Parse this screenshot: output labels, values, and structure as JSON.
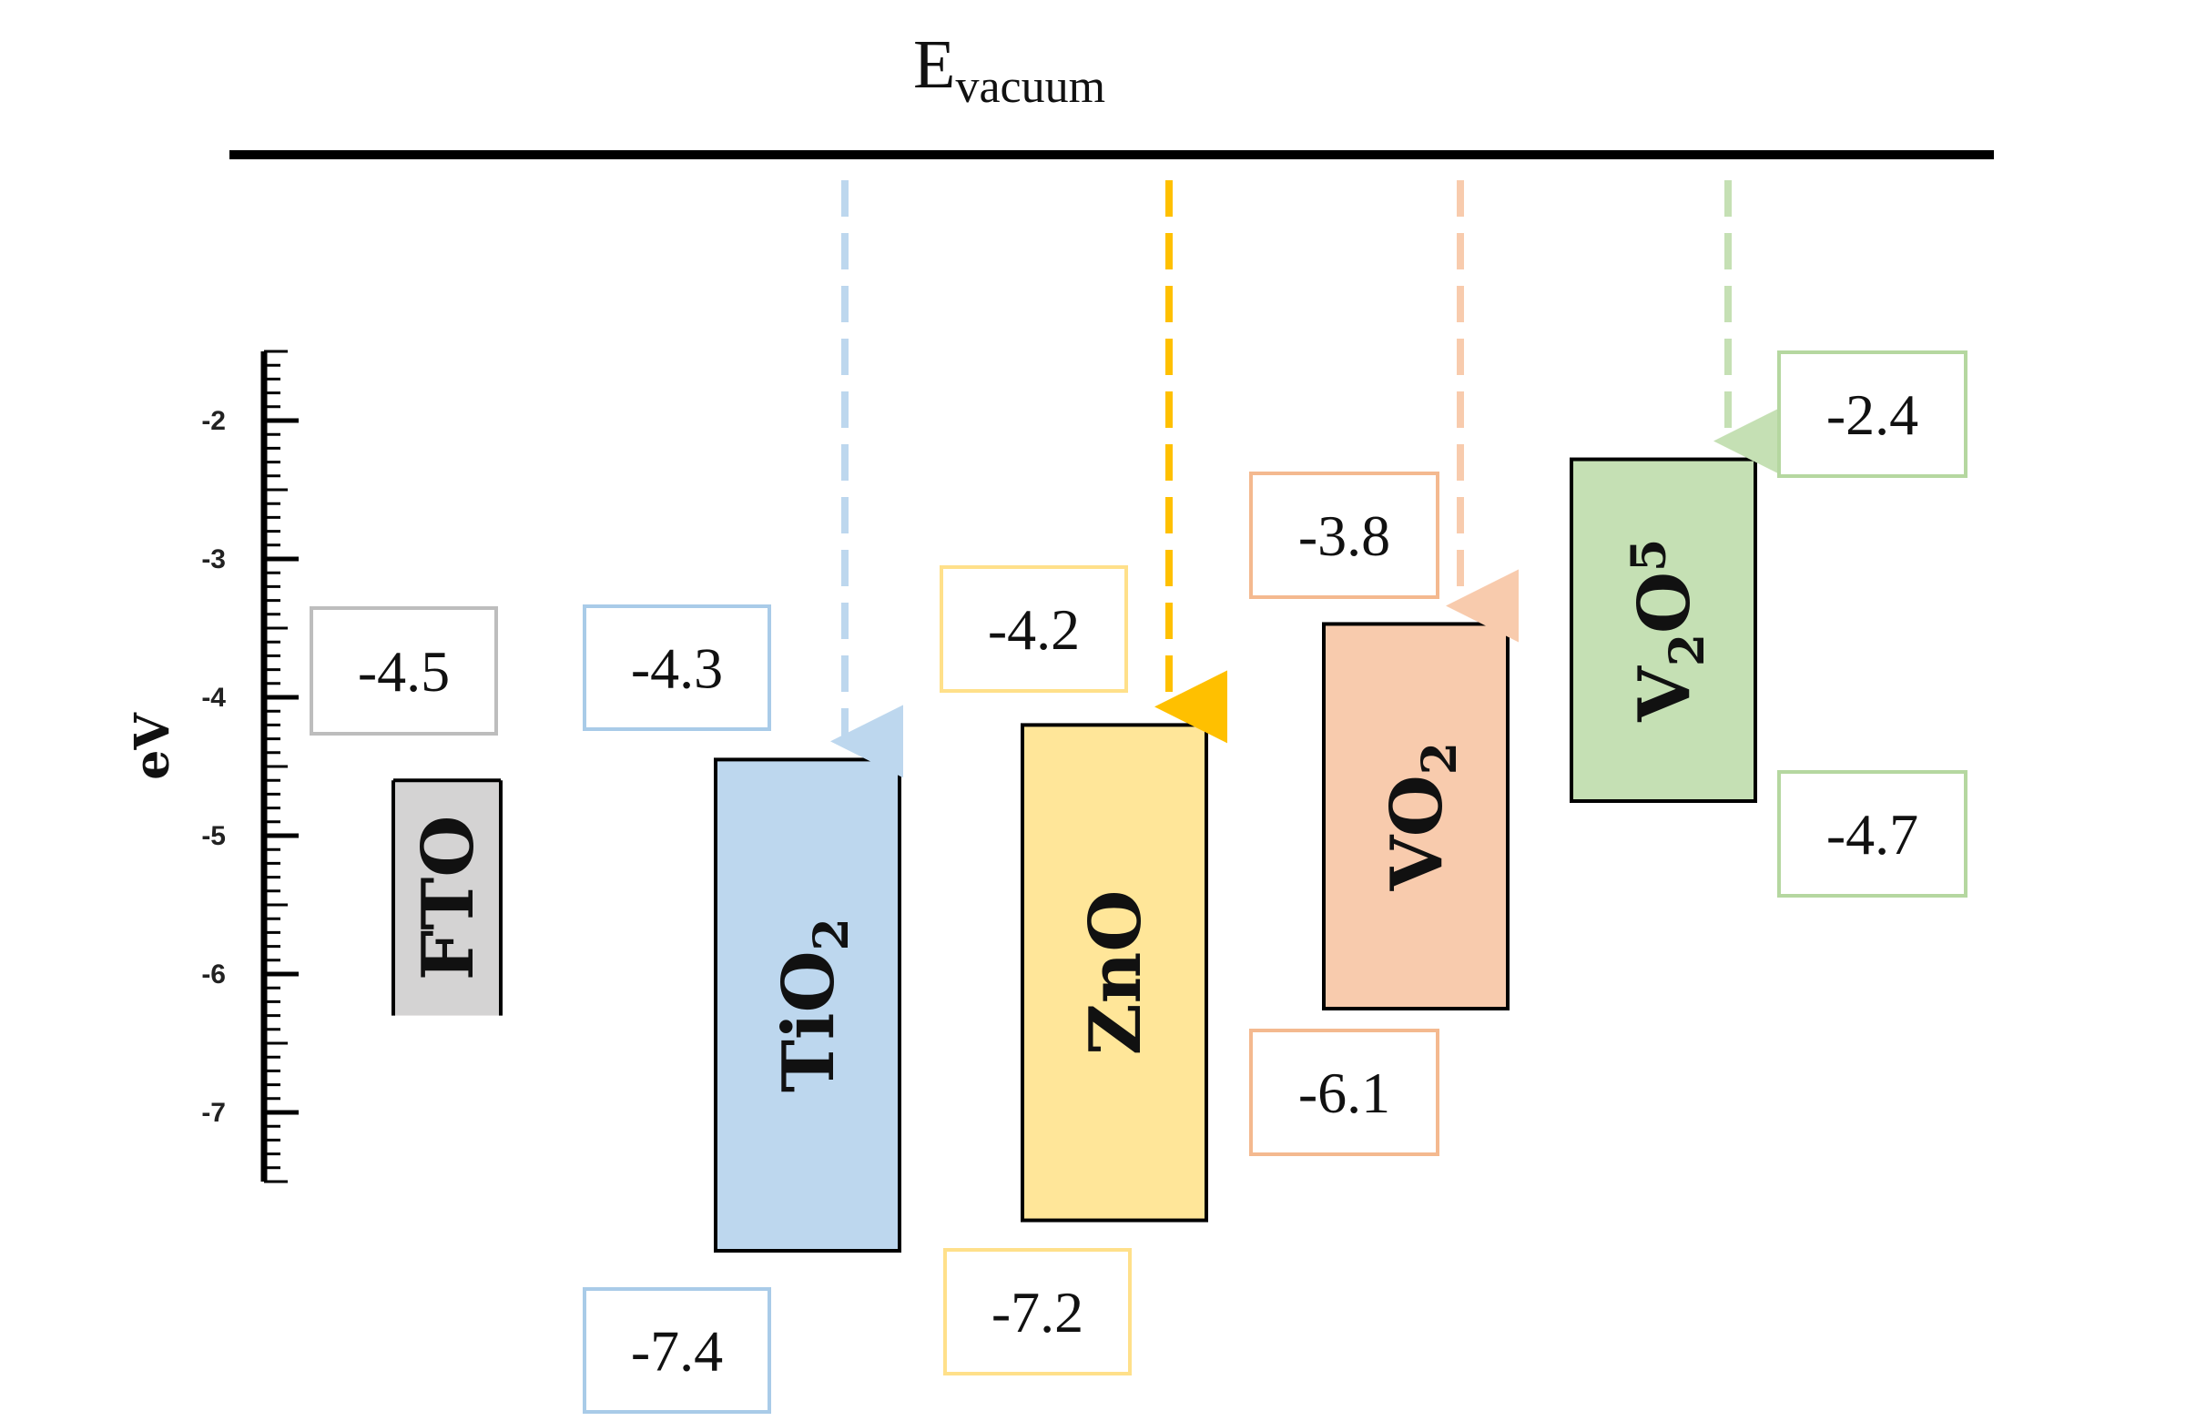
{
  "vacuum": {
    "label": "E",
    "subscript": "vacuum"
  },
  "axis": {
    "title": "eV",
    "ticks": [
      "-2",
      "-3",
      "-4",
      "-5",
      "-6",
      "-7"
    ],
    "range": [
      -7.5,
      -1.5
    ]
  },
  "materials": [
    {
      "id": "fto",
      "name_main": "FTO",
      "name_sub": "",
      "name_main2": "",
      "name_sub2": "",
      "top": -4.6,
      "bottom": -6.3,
      "fill": "#d4d3d3",
      "border": "#bdbdbd",
      "labels": [
        {
          "text": "-4.5"
        }
      ],
      "arrow": null
    },
    {
      "id": "tio2",
      "name_main": "TiO",
      "name_sub": "2",
      "name_main2": "",
      "name_sub2": "",
      "top": -4.45,
      "bottom": -8.0,
      "fill": "#bdd7ee",
      "border": "#a9cbe8",
      "labels": [
        {
          "text": "-4.3"
        },
        {
          "text": "-7.4"
        }
      ],
      "arrow": "#bdd7ee"
    },
    {
      "id": "zno",
      "name_main": "ZnO",
      "name_sub": "",
      "name_main2": "",
      "name_sub2": "",
      "top": -4.2,
      "bottom": -7.78,
      "fill": "#ffe699",
      "border": "#ffe08a",
      "labels": [
        {
          "text": "-4.2"
        },
        {
          "text": "-7.2"
        }
      ],
      "arrow": "#ffc000"
    },
    {
      "id": "vo2",
      "name_main": "VO",
      "name_sub": "2",
      "name_main2": "",
      "name_sub2": "",
      "top": -3.47,
      "bottom": -6.25,
      "fill": "#f8cbad",
      "border": "#f4b98f",
      "labels": [
        {
          "text": "-3.8"
        },
        {
          "text": "-6.1"
        }
      ],
      "arrow": "#f8cbad"
    },
    {
      "id": "v2o5",
      "name_main": "V",
      "name_sub": "2",
      "name_main2": "O",
      "name_sub2": "5",
      "top": -2.28,
      "bottom": -4.75,
      "fill": "#c5e0b4",
      "border": "#b5d7a0",
      "labels": [
        {
          "text": "-2.4"
        },
        {
          "text": "-4.7"
        }
      ],
      "arrow": "#c5e0b4"
    }
  ]
}
